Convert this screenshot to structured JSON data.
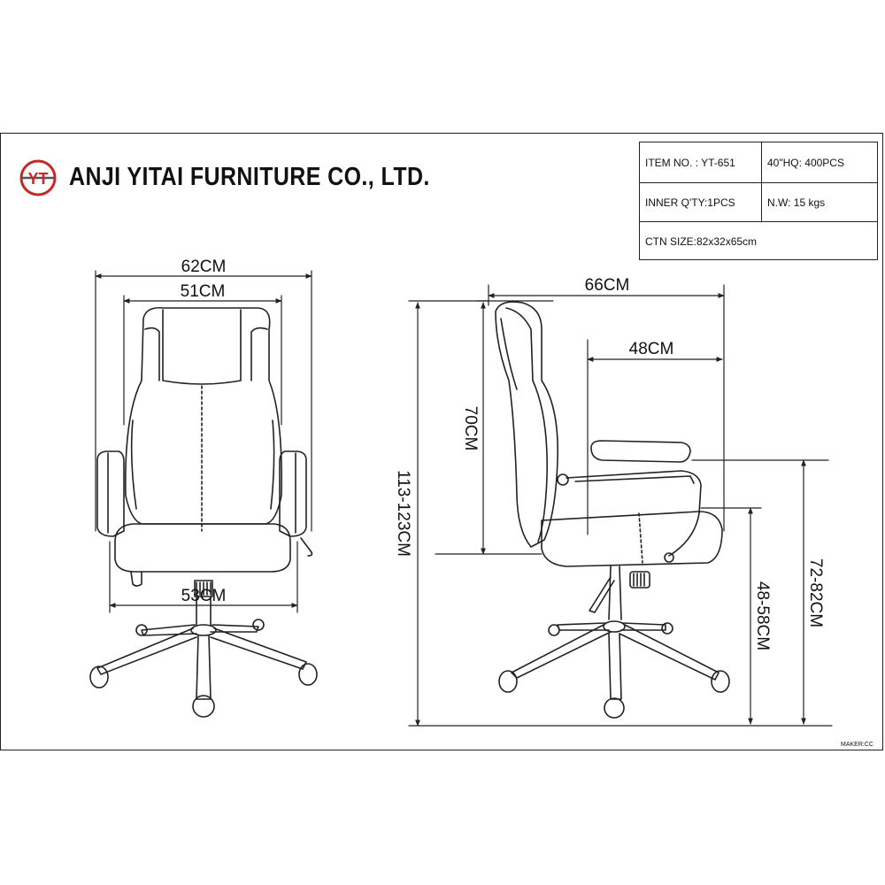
{
  "header": {
    "company_name": "ANJI YITAI FURNITURE CO., LTD.",
    "logo_text": "YT",
    "brand_color": "#c62828"
  },
  "spec_table": {
    "item_no": "ITEM NO. : YT-651",
    "container_capacity": "40\"HQ: 400PCS",
    "inner_qty": "INNER Q'TY:1PCS",
    "net_weight": "N.W: 15 kgs",
    "carton_size": "CTN SIZE:82x32x65cm"
  },
  "front_view": {
    "overall_width": "62CM",
    "seat_back_width": "51CM",
    "base_width": "53CM"
  },
  "side_view": {
    "overall_depth": "66CM",
    "seat_depth": "48CM",
    "back_height": "70CM",
    "overall_height": "113-123CM",
    "armrest_height": "72-82CM",
    "seat_height": "48-58CM"
  },
  "footer": {
    "maker": "MAKER:CC"
  }
}
